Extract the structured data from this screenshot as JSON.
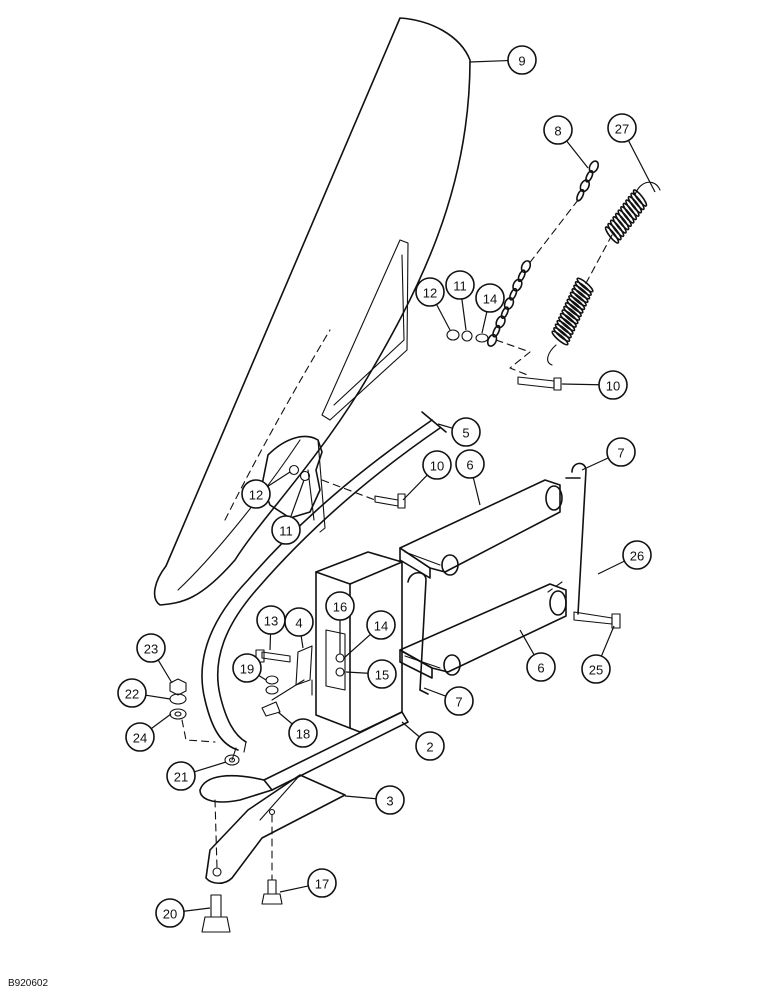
{
  "figure": {
    "drawing_code": "B920602"
  },
  "callouts": [
    {
      "id": "c9",
      "label": "9"
    },
    {
      "id": "c8",
      "label": "8"
    },
    {
      "id": "c27",
      "label": "27"
    },
    {
      "id": "c12a",
      "label": "12"
    },
    {
      "id": "c11a",
      "label": "11"
    },
    {
      "id": "c14a",
      "label": "14"
    },
    {
      "id": "c10a",
      "label": "10"
    },
    {
      "id": "c5",
      "label": "5"
    },
    {
      "id": "c7a",
      "label": "7"
    },
    {
      "id": "c10b",
      "label": "10"
    },
    {
      "id": "c6a",
      "label": "6"
    },
    {
      "id": "c12b",
      "label": "12"
    },
    {
      "id": "c11b",
      "label": "11"
    },
    {
      "id": "c26",
      "label": "26"
    },
    {
      "id": "c13",
      "label": "13"
    },
    {
      "id": "c4",
      "label": "4"
    },
    {
      "id": "c16",
      "label": "16"
    },
    {
      "id": "c14b",
      "label": "14"
    },
    {
      "id": "c23",
      "label": "23"
    },
    {
      "id": "c19",
      "label": "19"
    },
    {
      "id": "c15",
      "label": "15"
    },
    {
      "id": "c6b",
      "label": "6"
    },
    {
      "id": "c25",
      "label": "25"
    },
    {
      "id": "c22",
      "label": "22"
    },
    {
      "id": "c7b",
      "label": "7"
    },
    {
      "id": "c24",
      "label": "24"
    },
    {
      "id": "c18",
      "label": "18"
    },
    {
      "id": "c2",
      "label": "2"
    },
    {
      "id": "c21",
      "label": "21"
    },
    {
      "id": "c3",
      "label": "3"
    },
    {
      "id": "c17",
      "label": "17"
    },
    {
      "id": "c20",
      "label": "20"
    }
  ]
}
